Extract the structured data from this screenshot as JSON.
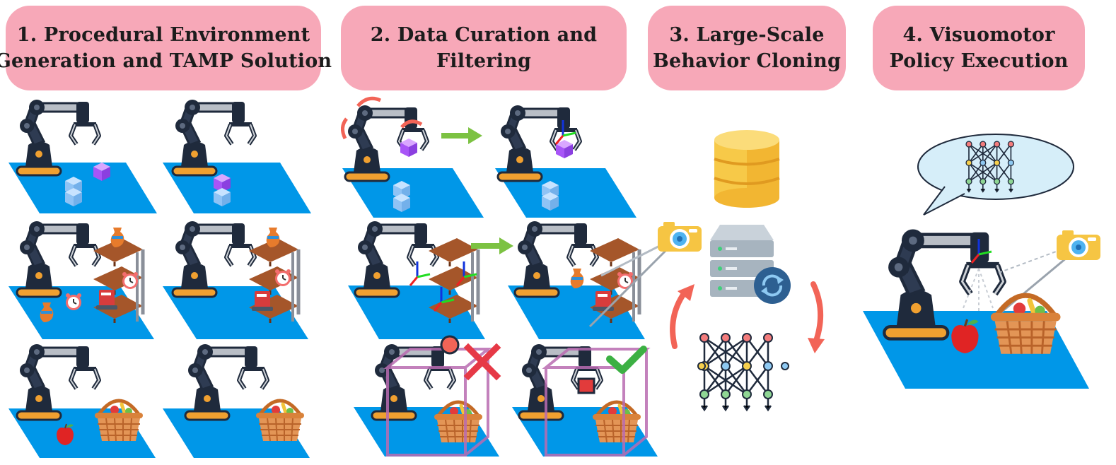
{
  "stages": [
    {
      "id": 1,
      "line1": "1. Procedural Environment",
      "line2": "Generation and TAMP Solution"
    },
    {
      "id": 2,
      "line1": "2. Data Curation and",
      "line2": "Filtering"
    },
    {
      "id": 3,
      "line1": "3. Large-Scale",
      "line2": "Behavior Cloning"
    },
    {
      "id": 4,
      "line1": "4. Visuomotor",
      "line2": "Policy Execution"
    }
  ],
  "colors": {
    "header_bg": "#f7a8b8",
    "table_blue": "#0097e8",
    "robot_dark": "#1f2a3c",
    "robot_base": "#f0a030",
    "arrow_green": "#7cc242",
    "arrow_red": "#f26457",
    "check_green": "#3cb043",
    "cross_red": "#e63946",
    "database_yellow": "#f7c948",
    "server_gray": "#a7b4bf",
    "bubble_blue": "#d6eef9"
  },
  "icons": [
    "robot-arm-icon",
    "cube-icon",
    "shelf-icon",
    "vase-icon",
    "alarm-clock-icon",
    "book-icon",
    "apple-icon",
    "basket-icon",
    "camera-icon",
    "database-icon",
    "server-icon",
    "sync-icon",
    "neural-network-icon",
    "check-icon",
    "cross-icon",
    "arrow-icon"
  ]
}
